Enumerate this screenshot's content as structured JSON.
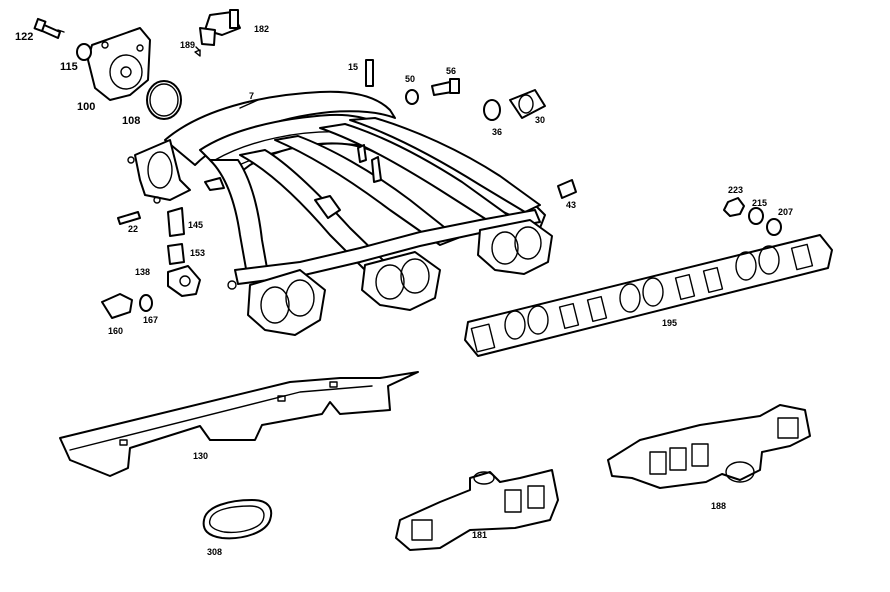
{
  "callouts": {
    "c122": "122",
    "c115": "115",
    "c100": "100",
    "c108": "108",
    "c189": "189",
    "c182": "182",
    "c7": "7",
    "c15": "15",
    "c50": "50",
    "c56": "56",
    "c36": "36",
    "c30": "30",
    "c22": "22",
    "c145": "145",
    "c153": "153",
    "c138": "138",
    "c160": "160",
    "c167": "167",
    "c43": "43",
    "c223": "223",
    "c215": "215",
    "c207": "207",
    "c195": "195",
    "c130": "130",
    "c308": "308",
    "c181": "181",
    "c188": "188"
  }
}
